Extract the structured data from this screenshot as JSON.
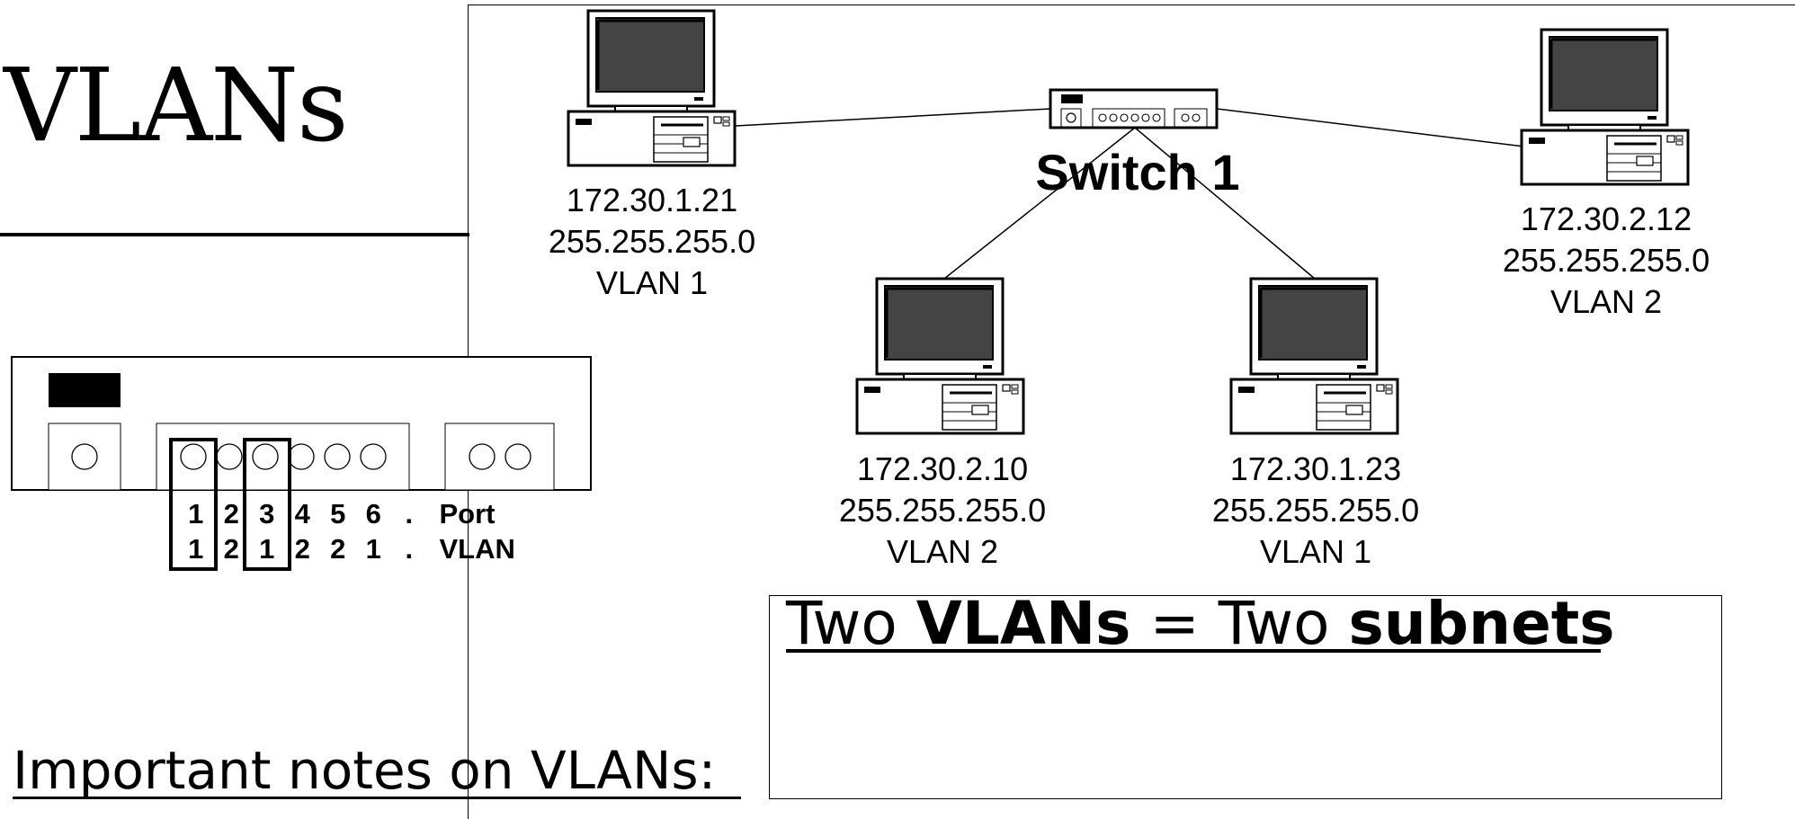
{
  "title": "VLANs",
  "switch": {
    "label": "Switch 1"
  },
  "hosts": [
    {
      "ip": "172.30.1.21",
      "mask": "255.255.255.0",
      "vlan": "VLAN 1"
    },
    {
      "ip": "172.30.2.10",
      "mask": "255.255.255.0",
      "vlan": "VLAN 2"
    },
    {
      "ip": "172.30.1.23",
      "mask": "255.255.255.0",
      "vlan": "VLAN 1"
    },
    {
      "ip": "172.30.2.12",
      "mask": "255.255.255.0",
      "vlan": "VLAN 2"
    }
  ],
  "port_table": {
    "port_label": "Port",
    "vlan_label": "VLAN",
    "ports": [
      "1",
      "2",
      "3",
      "4",
      "5",
      "6",
      "."
    ],
    "vlans": [
      "1",
      "2",
      "1",
      "2",
      "2",
      "1",
      "."
    ]
  },
  "summary": {
    "part1": "Two ",
    "part2": "VLANs",
    "part3": " = Two ",
    "part4": "subnets"
  },
  "notes_heading": "Important notes on VLANs:"
}
